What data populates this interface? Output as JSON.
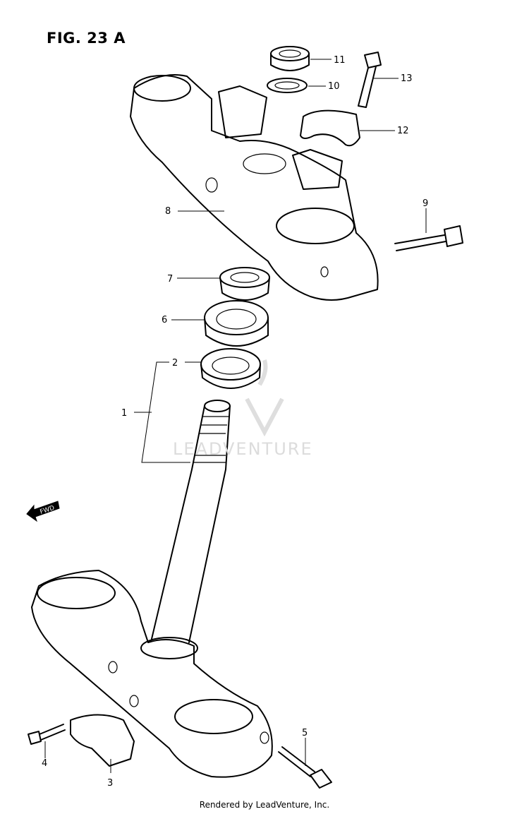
{
  "figure_title": "FIG. 23 A",
  "footer_credit": "Rendered by LeadVenture, Inc.",
  "watermark_text": "LEADVENTURE",
  "fwd_marker": "FWD",
  "callouts": [
    {
      "id": "c1",
      "label": "1"
    },
    {
      "id": "c2",
      "label": "2"
    },
    {
      "id": "c3",
      "label": "3"
    },
    {
      "id": "c4",
      "label": "4"
    },
    {
      "id": "c5",
      "label": "5"
    },
    {
      "id": "c6",
      "label": "6"
    },
    {
      "id": "c7",
      "label": "7"
    },
    {
      "id": "c8",
      "label": "8"
    },
    {
      "id": "c9",
      "label": "9"
    },
    {
      "id": "c10",
      "label": "10"
    },
    {
      "id": "c11",
      "label": "11"
    },
    {
      "id": "c12",
      "label": "12"
    },
    {
      "id": "c13",
      "label": "13"
    }
  ]
}
